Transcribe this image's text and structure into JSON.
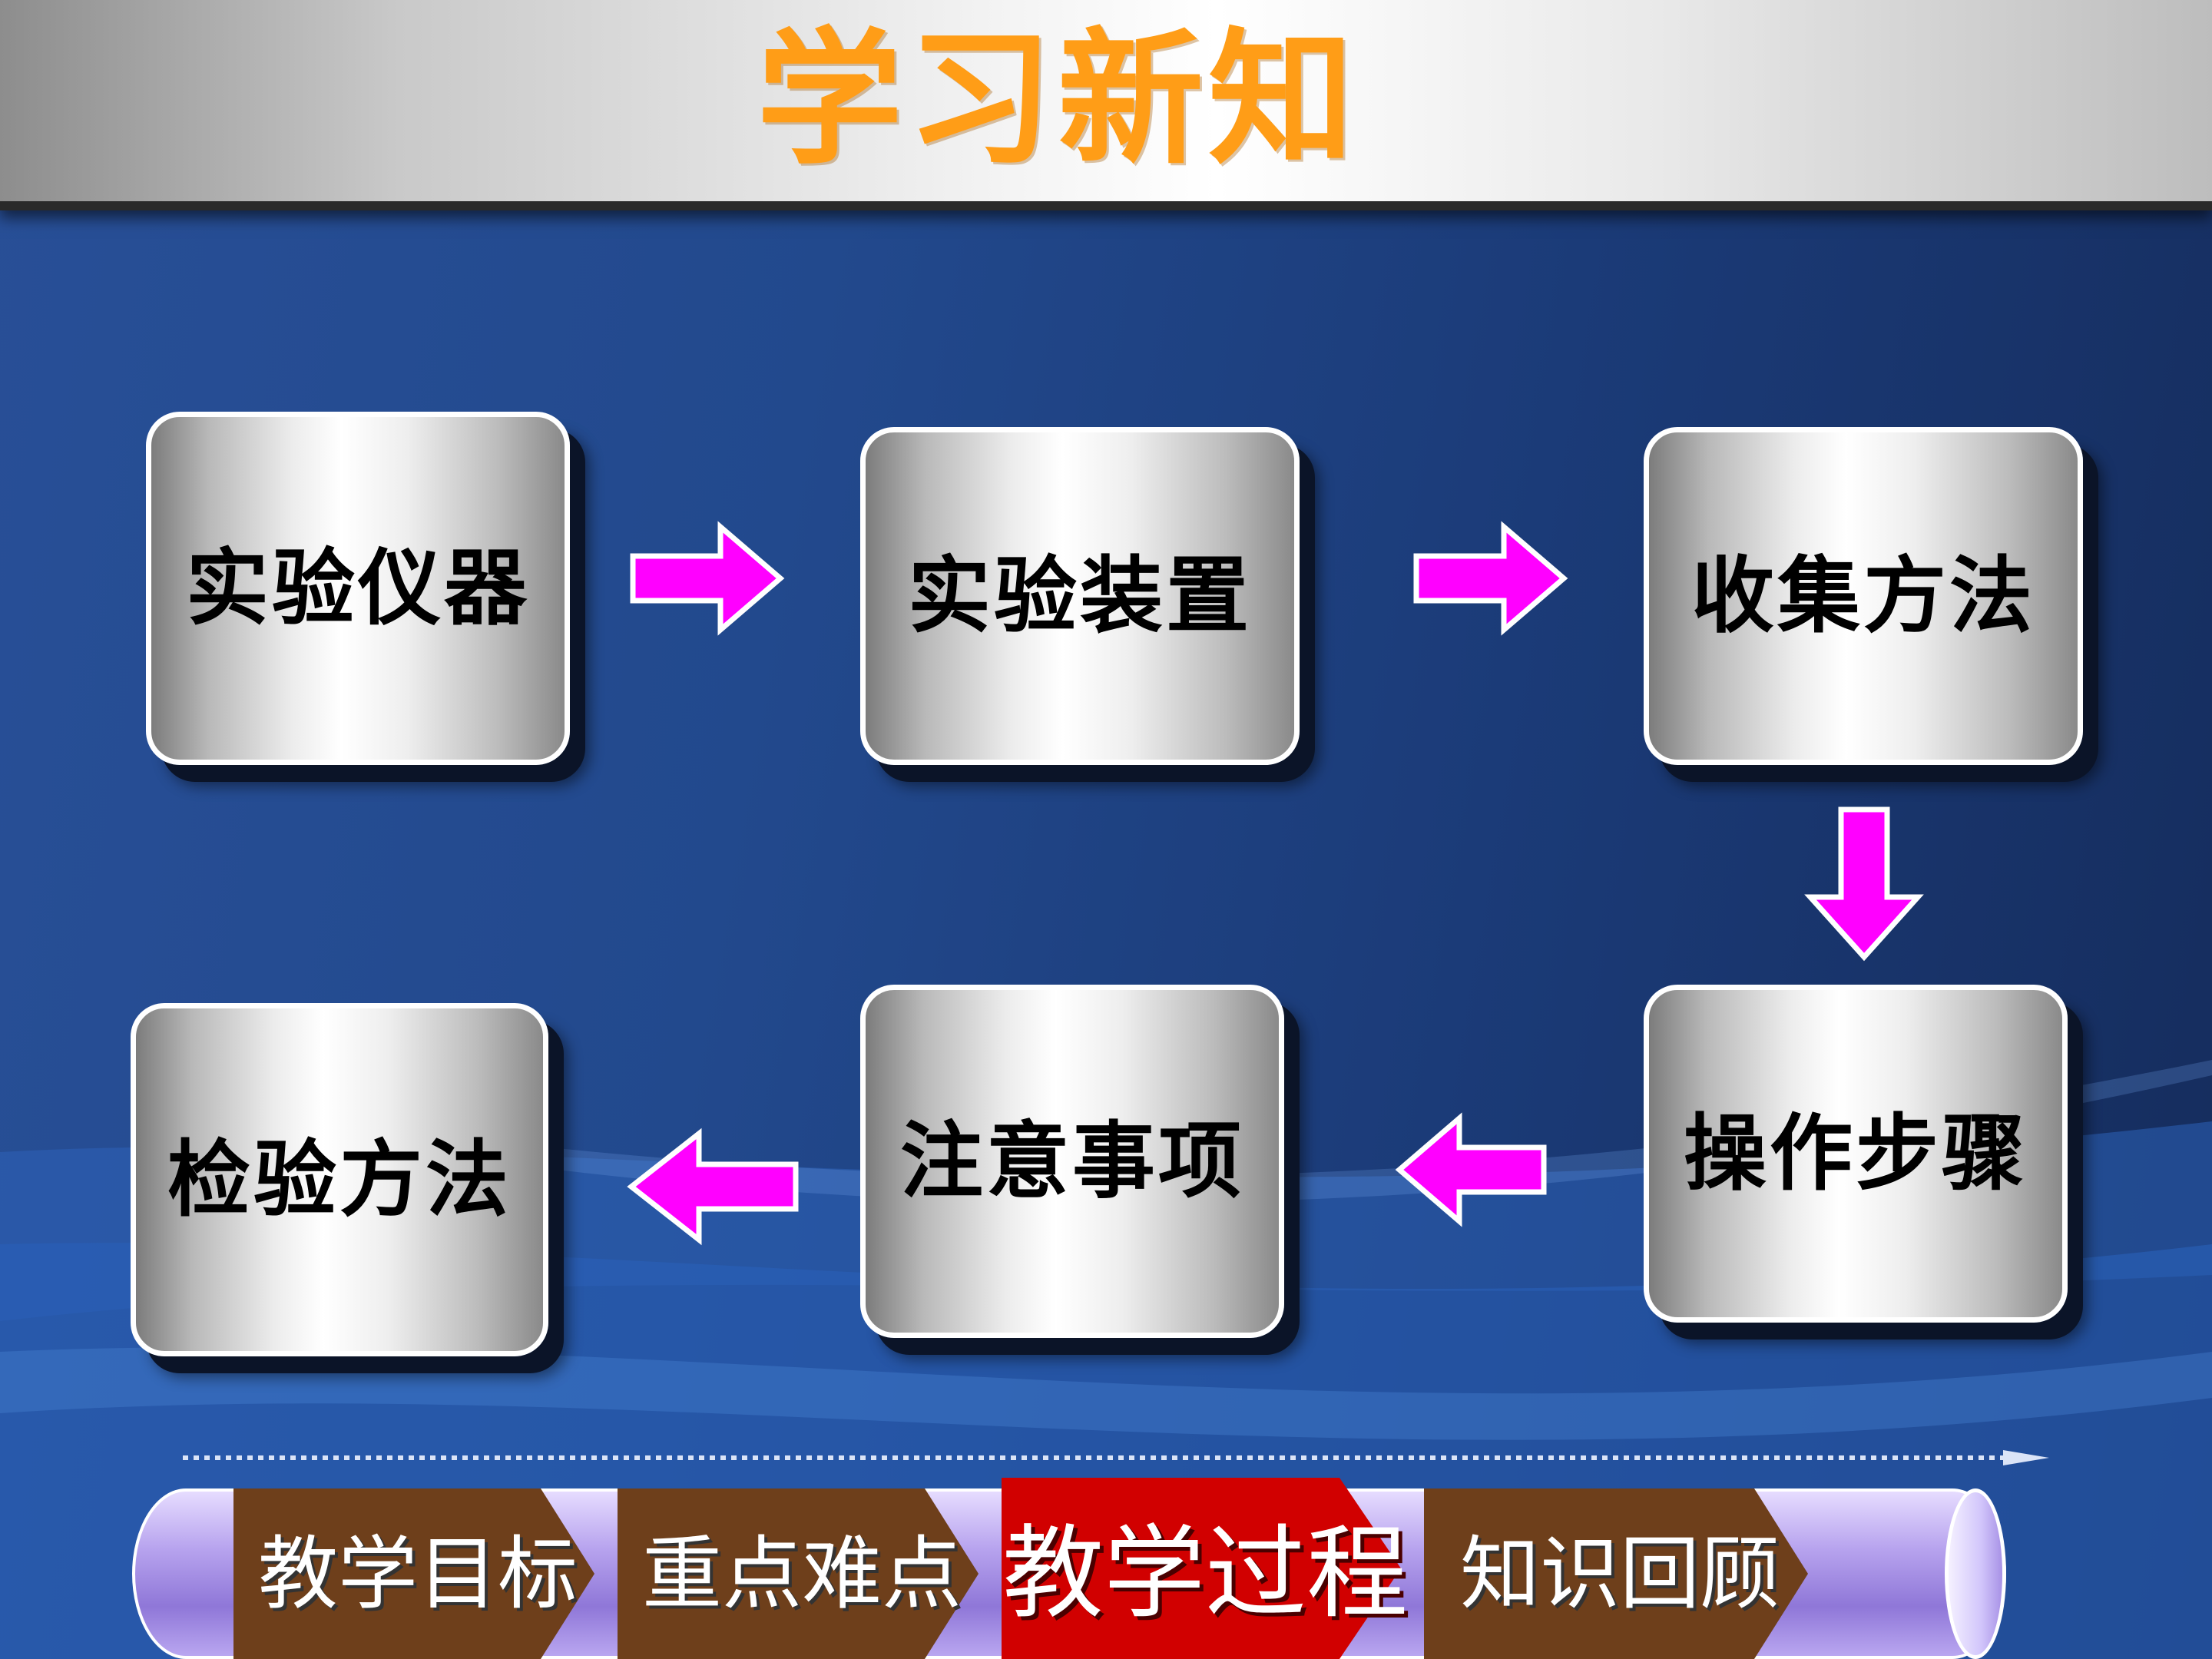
{
  "header": {
    "title": "学习新知"
  },
  "flow": {
    "steps": [
      {
        "id": "instruments",
        "label": "实验仪器"
      },
      {
        "id": "apparatus",
        "label": "实验装置"
      },
      {
        "id": "collection",
        "label": "收集方法"
      },
      {
        "id": "procedure",
        "label": "操作步骤"
      },
      {
        "id": "precautions",
        "label": "注意事项"
      },
      {
        "id": "testing",
        "label": "检验方法"
      }
    ],
    "arrow_color": "#ff00ff"
  },
  "nav": {
    "tabs": [
      {
        "label": "教学目标",
        "active": false
      },
      {
        "label": "重点难点",
        "active": false
      },
      {
        "label": "教学过程",
        "active": true
      },
      {
        "label": "知识回顾",
        "active": false
      }
    ],
    "tab_color": "#6e3f1b",
    "active_color": "#d10000"
  },
  "colors": {
    "title": "#ff9d17",
    "background": "#22498d",
    "header": "#e6e6e6"
  }
}
